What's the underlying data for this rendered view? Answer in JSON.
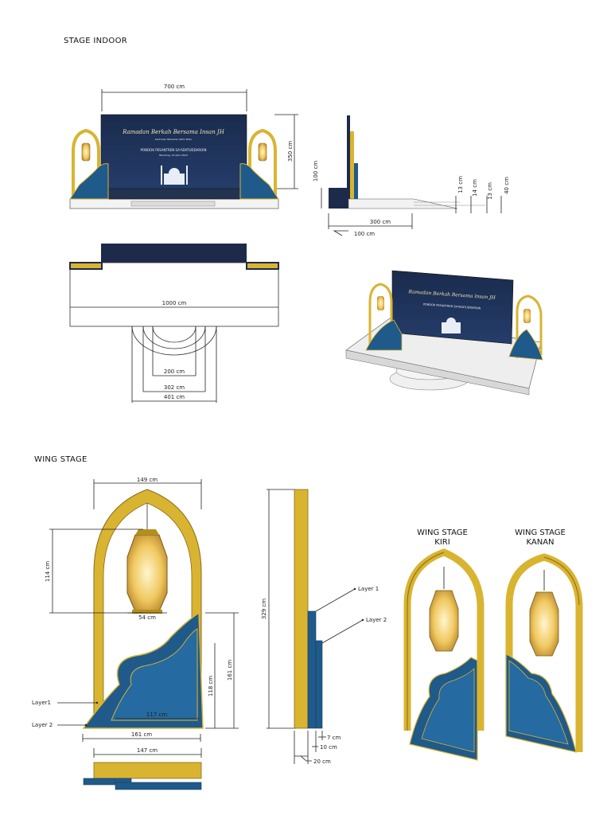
{
  "titles": {
    "stage_indoor": "STAGE INDOOR",
    "wing_stage": "WING STAGE",
    "wing_kiri": [
      "WING STAGE",
      "KIRI"
    ],
    "wing_kanan": [
      "WING STAGE",
      "KANAN"
    ]
  },
  "banner": {
    "title": "Ramadan Berkah Bersama Insan JH",
    "subtitle": "Santunan Bersama Yatim Piatu",
    "venue": "PONDOK PESANTREN SA'ADATUDDAROIN",
    "date": "Bandung, 14 April 2023"
  },
  "front_view": {
    "width": "700 cm",
    "height": "350 cm"
  },
  "side_view": {
    "h_100": "100 cm",
    "d_300": "300 cm",
    "d_100": "100 cm",
    "steps": [
      "13 cm",
      "14 cm",
      "13 cm",
      "40 cm"
    ]
  },
  "plan_view": {
    "width": "1000 cm",
    "r1": "200 cm",
    "r2": "302 cm",
    "r3": "401 cm"
  },
  "wing_front": {
    "width": "149 cm",
    "lamp_h": "114 cm",
    "lamp_w": "54 cm",
    "base_h": "161 cm",
    "inner_h": "118 cm",
    "inner_w": "117 cm",
    "base_w": "161 cm",
    "layer1": "Layer1",
    "layer2": "Layer 2",
    "top_w": "147 cm"
  },
  "wing_side": {
    "height": "329 cm",
    "layer1": "Layer 1",
    "layer2": "Layer 2",
    "d7": "7 cm",
    "d10": "10 cm",
    "d20": "20 cm"
  },
  "colors": {
    "gold": "#d9b431",
    "gold_dark": "#b48f1c",
    "navy": "#1d2a4a",
    "blue": "#1f5a8a",
    "blue_dark": "#173e63",
    "platform": "#f2f2f2"
  }
}
